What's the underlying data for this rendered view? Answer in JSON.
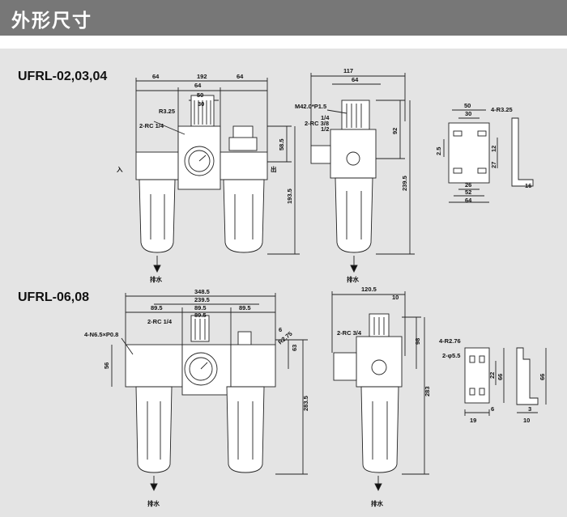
{
  "header": {
    "title": "外形尺寸"
  },
  "section1": {
    "title": "UFRL-02,03,04",
    "front": {
      "w_total": "192",
      "w_left": "64",
      "w_mid": "64",
      "w_right": "64",
      "w_inner": "50",
      "w_inner2": "30",
      "radius": "R3.25",
      "port": "2-RC 1/4",
      "in": "入",
      "out": "出",
      "h1": "58.5",
      "h2": "193.5",
      "drain": "排水"
    },
    "side": {
      "w1": "117",
      "w2": "64",
      "thread": "M42.0*P1.5",
      "port_a": "1/4",
      "port_b": "2-RC 3/8",
      "port_c": "1/2",
      "h1": "92",
      "h2": "239.5",
      "drain": "排水"
    },
    "bracket": {
      "w1": "50",
      "w2": "30",
      "holes": "4-R3.25",
      "d1": "2.5",
      "d2": "12",
      "d3": "27",
      "w3": "26",
      "w4": "52",
      "w5": "64",
      "t": "16"
    }
  },
  "section2": {
    "title": "UFRL-06,08",
    "front": {
      "w_total": "348.5",
      "w_a": "239.5",
      "w_b": "89.5",
      "w_c": "89.5",
      "w_d": "89.5",
      "w_e": "89.5",
      "port": "2-RC 1/4",
      "holes": "4-N6.5×P0.8",
      "h_left": "56",
      "d_small": "6",
      "radius": "R2.75",
      "h1": "63",
      "h2": "283.5",
      "drain": "排水"
    },
    "side": {
      "w1": "120.5",
      "d1": "10",
      "port": "2-RC 3/4",
      "h1": "98",
      "h2": "283",
      "drain": "排水"
    },
    "bracket": {
      "holes": "4-R2.76",
      "dia": "2-φ5.5",
      "h1": "22",
      "h2": "66",
      "h3": "66",
      "w1": "19",
      "w2": "6",
      "w3": "3",
      "w4": "10"
    }
  }
}
